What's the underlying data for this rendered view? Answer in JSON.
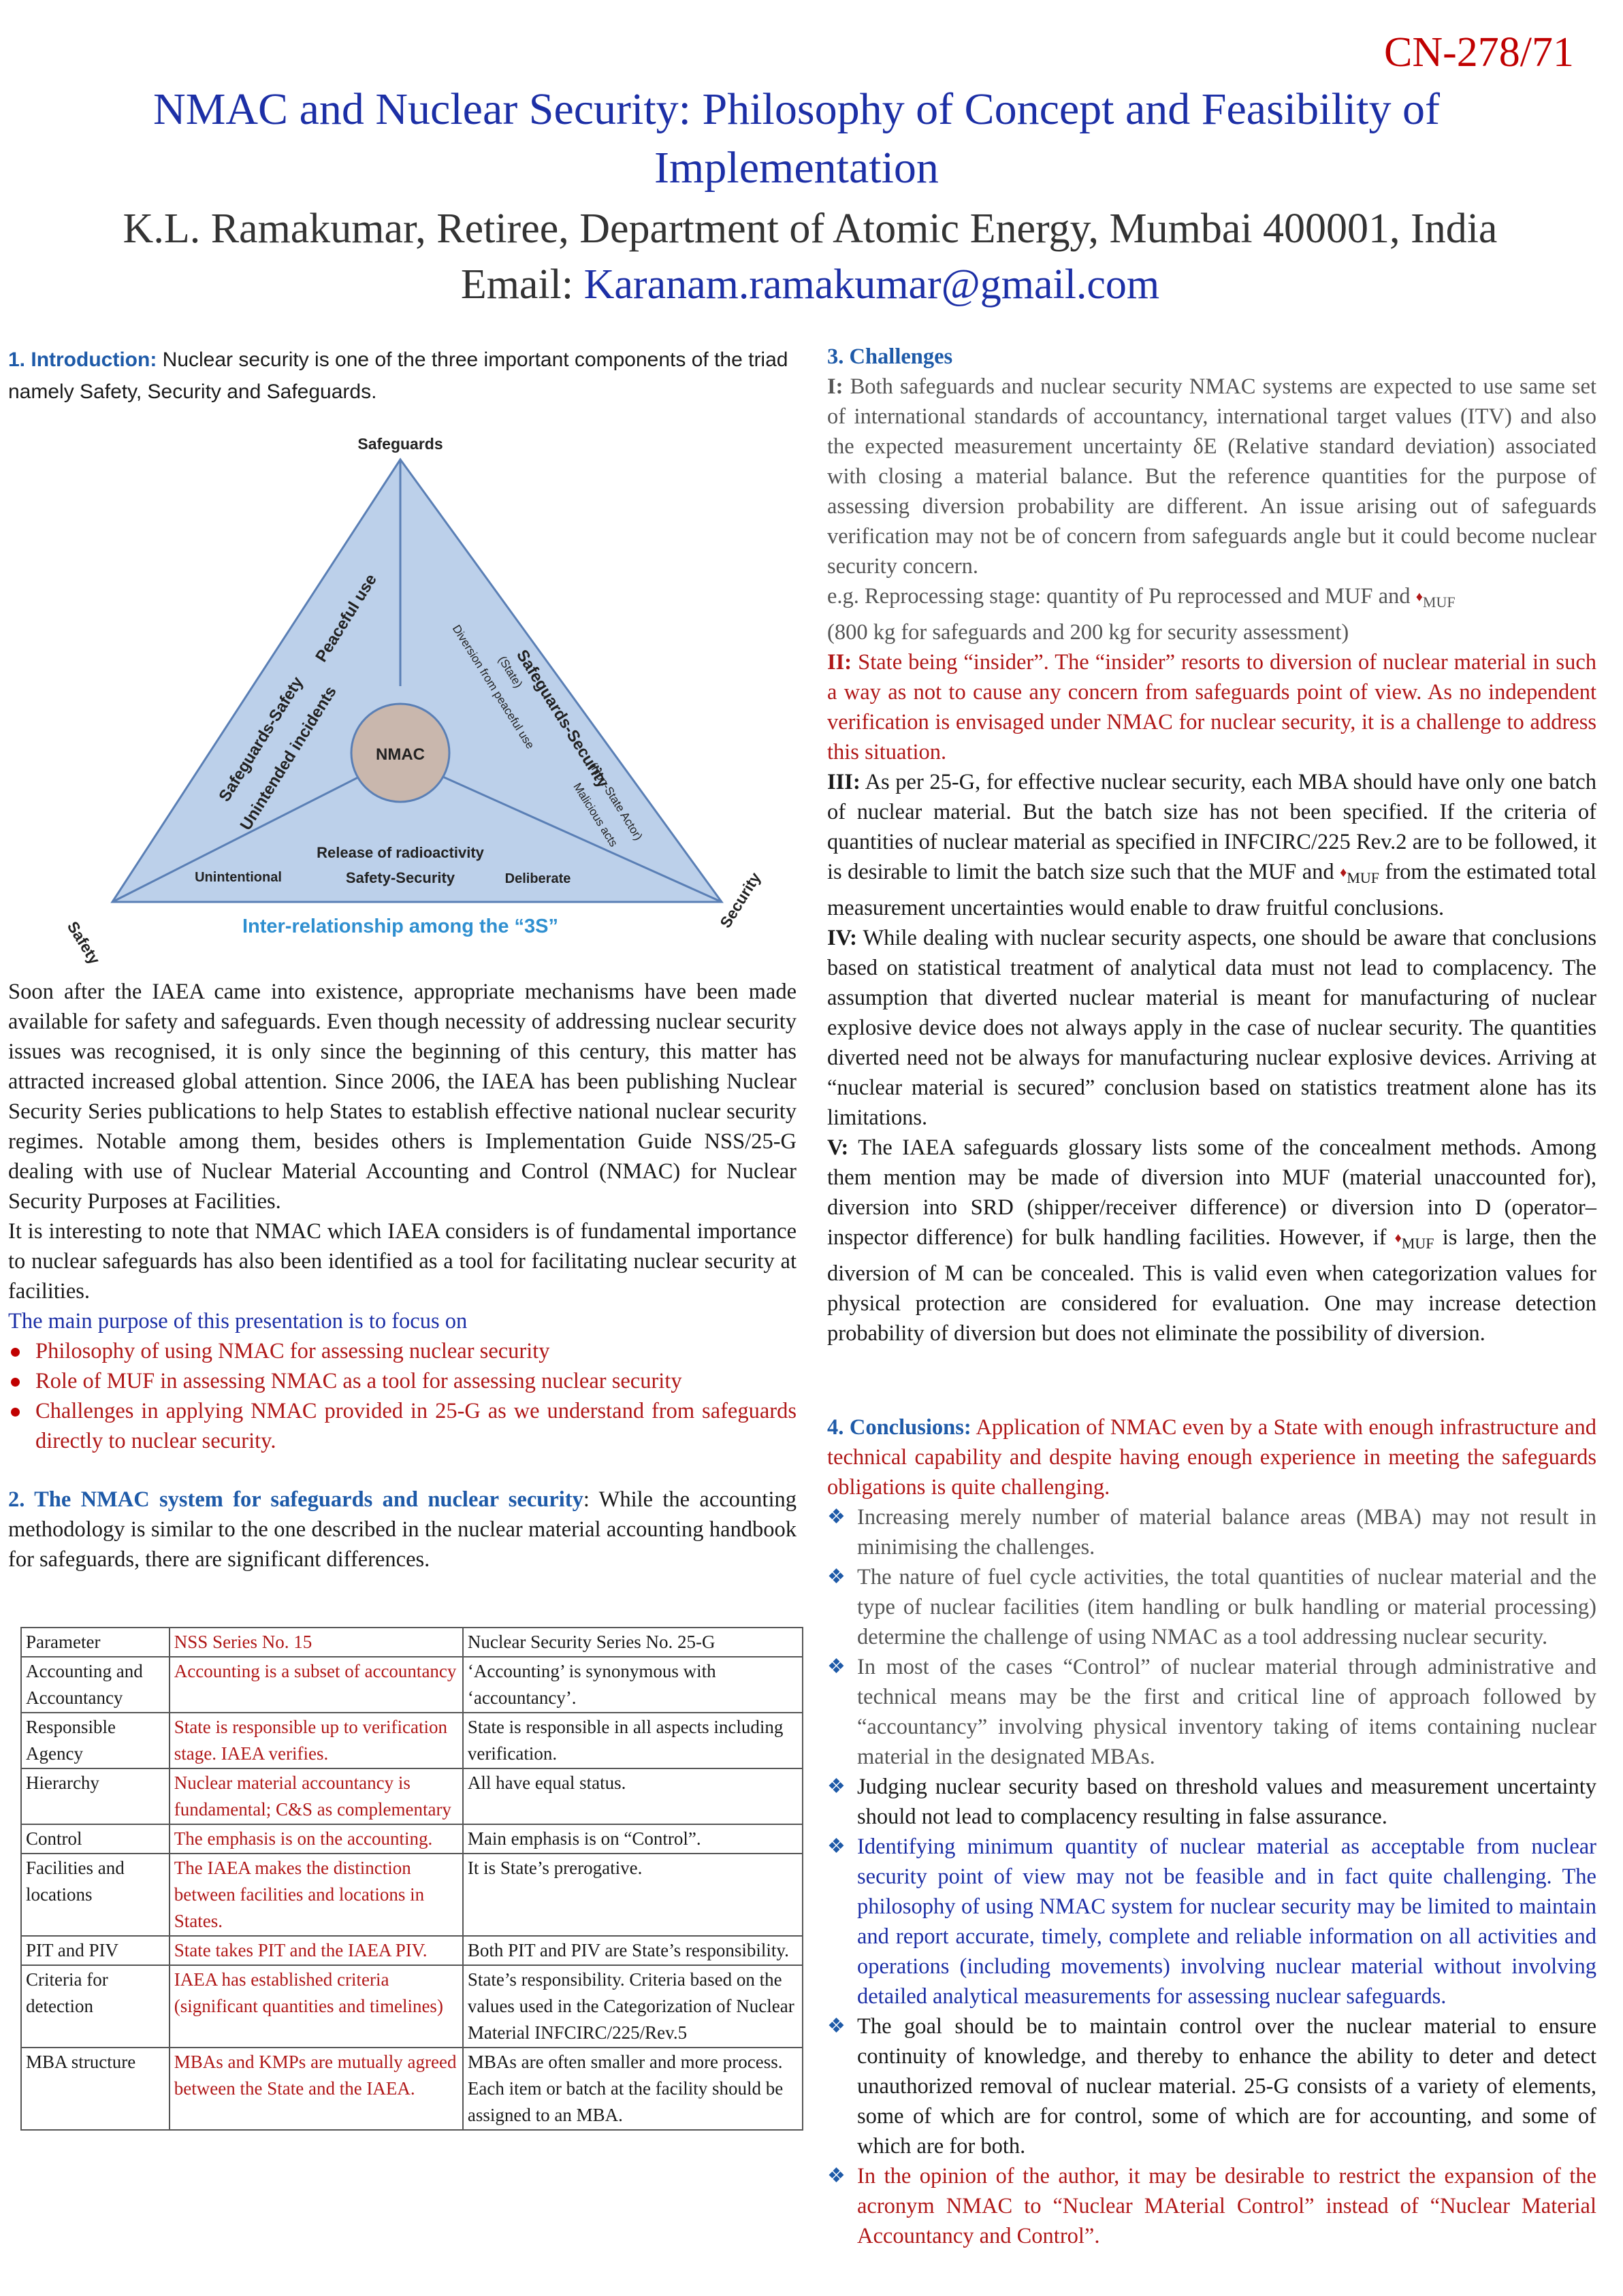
{
  "header": {
    "doc_id": "CN-278/71",
    "title_line1": "NMAC and Nuclear Security: Philosophy of Concept and Feasibility of",
    "title_line2": "Implementation",
    "author": "K.L. Ramakumar, Retiree, Department of Atomic Energy, Mumbai 400001, India",
    "email_label": "Email:",
    "email": "Karanam.ramakumar@gmail.com"
  },
  "intro": {
    "heading": "1. Introduction:",
    "text": "Nuclear security is one of the three important components of the triad namely Safety, Security and Safeguards."
  },
  "diagram": {
    "vertex_top": "Safeguards",
    "vertex_left": "Safety",
    "vertex_right": "Security",
    "center": "NMAC",
    "left_edge_outer": "Safeguards-Safety",
    "left_edge_inner": "Peaceful use",
    "left_edge_bottom": "Unintended incidents",
    "right_edge_outer": "Safeguards-Security",
    "right_edge_sub1": "Diversion from peaceful use",
    "right_edge_sub2": "(State)",
    "right_edge_sub3": "Malicious acts",
    "right_edge_sub4": "(Non-State Actor)",
    "bottom_center": "Release of radioactivity",
    "bottom_left": "Unintentional",
    "bottom_right": "Deliberate",
    "bottom_edge": "Safety-Security",
    "caption": "Inter-relationship among the “3S”"
  },
  "left_body": {
    "p1": "Soon after the IAEA came into existence, appropriate mechanisms have been made available for safety and safeguards. Even though necessity of addressing nuclear security issues was recognised, it is only since the beginning of this century, this matter has attracted increased global attention. Since 2006, the IAEA has been publishing Nuclear Security Series publications to help States to establish effective national nuclear security regimes. Notable among them, besides others is Implementation Guide NSS/25-G dealing with use of Nuclear Material Accounting and Control (NMAC) for Nuclear Security Purposes at Facilities.",
    "p2": "It is interesting to note that NMAC which IAEA considers is of fundamental importance to nuclear safeguards has also been identified as a tool for facilitating nuclear security at facilities.",
    "purpose": "The main purpose of this presentation is to focus on",
    "bullets": [
      "Philosophy of using NMAC for assessing nuclear security",
      "Role of MUF in assessing NMAC as a tool for assessing nuclear security",
      "Challenges in applying NMAC provided in 25-G as we understand from safeguards directly to nuclear security."
    ],
    "sec2_heading": "2. The NMAC system for safeguards and nuclear security",
    "sec2_text": ": While the accounting methodology is similar to the one described in the nuclear material accounting handbook for safeguards, there are significant differences."
  },
  "table": {
    "headers": [
      "Parameter",
      "NSS Series No. 15",
      "Nuclear Security Series No. 25-G"
    ],
    "rows": [
      [
        "Accounting and Accountancy",
        "Accounting is a subset of accountancy",
        "‘Accounting’ is synonymous with ‘accountancy’."
      ],
      [
        "Responsible Agency",
        "State is responsible up to verification stage. IAEA verifies.",
        "State is responsible in all aspects including verification."
      ],
      [
        "Hierarchy",
        "Nuclear material accountancy is fundamental; C&S as complementary",
        "All have equal status."
      ],
      [
        "Control",
        "The emphasis is on the accounting.",
        "Main emphasis is on “Control”."
      ],
      [
        "Facilities and locations",
        "The IAEA makes the distinction between facilities and locations in States.",
        "It is State’s prerogative."
      ],
      [
        "PIT and PIV",
        "State takes PIT and the IAEA PIV.",
        "Both PIT and PIV are State’s responsibility."
      ],
      [
        "Criteria for detection",
        "IAEA has established criteria (significant quantities and timelines)",
        "State’s responsibility. Criteria based on the values used in the Categorization of Nuclear Material INFCIRC/225/Rev.5"
      ],
      [
        "MBA structure",
        "MBAs and KMPs are mutually agreed between the State and the IAEA.",
        "MBAs are often smaller and more process. Each item or batch at the facility should be assigned to an MBA."
      ]
    ]
  },
  "challenges": {
    "heading": "3. Challenges",
    "i_label": "I:",
    "i_text": "Both safeguards and nuclear security NMAC systems are expected to use same set of international standards of accountancy, international target values (ITV) and also the expected measurement uncertainty δE (Relative standard deviation) associated with closing a material balance. But the reference quantities for the purpose of assessing diversion probability are different. An issue arising out of safeguards verification may not be of concern from safeguards angle but it could become nuclear security concern.",
    "eg_a": "e.g. Reprocessing stage: quantity of Pu reprocessed and MUF and",
    "sub_muf": "MUF",
    "eg_b": "(800 kg for safeguards and 200 kg for security assessment)",
    "ii_label": "II:",
    "ii_text": "State being “insider”. The “insider” resorts to diversion of nuclear material in such a way as not to cause any concern from safeguards point of view. As no independent verification is envisaged under NMAC for nuclear security, it is a challenge to address this situation.",
    "iii_label": "III:",
    "iii_a": "As per 25-G, for effective nuclear security, each MBA should have only one batch of nuclear material. But the batch size has not been specified. If the criteria of quantities of nuclear material as specified in INFCIRC/225 Rev.2 are to be followed, it is desirable to limit the batch size such that the MUF and",
    "iii_b": "from the estimated total measurement uncertainties would enable to draw fruitful conclusions.",
    "iv_label": "IV:",
    "iv_text": "While dealing with nuclear security aspects, one should be aware that conclusions based on statistical treatment of analytical data must not lead to complacency. The assumption that diverted nuclear material is meant for manufacturing of nuclear explosive device does not always apply in the case of nuclear security. The quantities diverted need not be always for manufacturing nuclear explosive devices. Arriving at “nuclear material is secured” conclusion based on statistics treatment alone has its limitations.",
    "v_label": "V:",
    "v_a": "The IAEA safeguards glossary lists some of the concealment methods. Among them mention may be made of diversion into MUF (material unaccounted for), diversion into SRD (shipper/receiver difference) or diversion into D (operator–inspector difference) for bulk handling facilities. However, if",
    "v_b": "is large, then the diversion of M can be concealed. This is valid even when categorization values for physical protection are considered for evaluation. One may increase detection probability of diversion but does not eliminate the possibility of diversion."
  },
  "conclusions": {
    "heading": "4. Conclusions:",
    "intro": "Application of NMAC even by a State with enough infrastructure and technical capability and despite having enough experience in meeting the safeguards obligations is quite challenging.",
    "items": [
      "Increasing merely number of material balance areas (MBA) may not result in minimising the challenges.",
      "The nature of fuel cycle activities, the total quantities of nuclear material and the type of nuclear facilities (item handling or bulk handling or material processing) determine the challenge of using NMAC as a tool addressing nuclear security.",
      "In most of the cases “Control” of nuclear material through administrative and technical means may be the first and critical line of approach followed by “accountancy” involving physical inventory taking of items containing nuclear material in the designated MBAs.",
      "Judging nuclear security based on threshold values and measurement uncertainty should not lead to complacency resulting in false assurance.",
      "Identifying minimum quantity of nuclear material as acceptable from nuclear security point of view may not be feasible and in fact quite challenging. The philosophy of using NMAC system for nuclear security may be limited to maintain and report accurate, timely, complete and reliable information on all activities and operations (including movements) involving nuclear material without involving detailed analytical measurements for assessing nuclear safeguards.",
      "The goal should be to maintain control over the nuclear material to ensure continuity of knowledge, and thereby to enhance the ability to deter and detect unauthorized removal of nuclear material. 25-G consists of a variety of elements, some of which are for control, some of which are for accounting, and some of which are for both.",
      "In the opinion of the author, it may be desirable to restrict the expansion of the acronym NMAC to “Nuclear MAterial Control” instead of “Nuclear Material Accountancy and Control”."
    ]
  }
}
